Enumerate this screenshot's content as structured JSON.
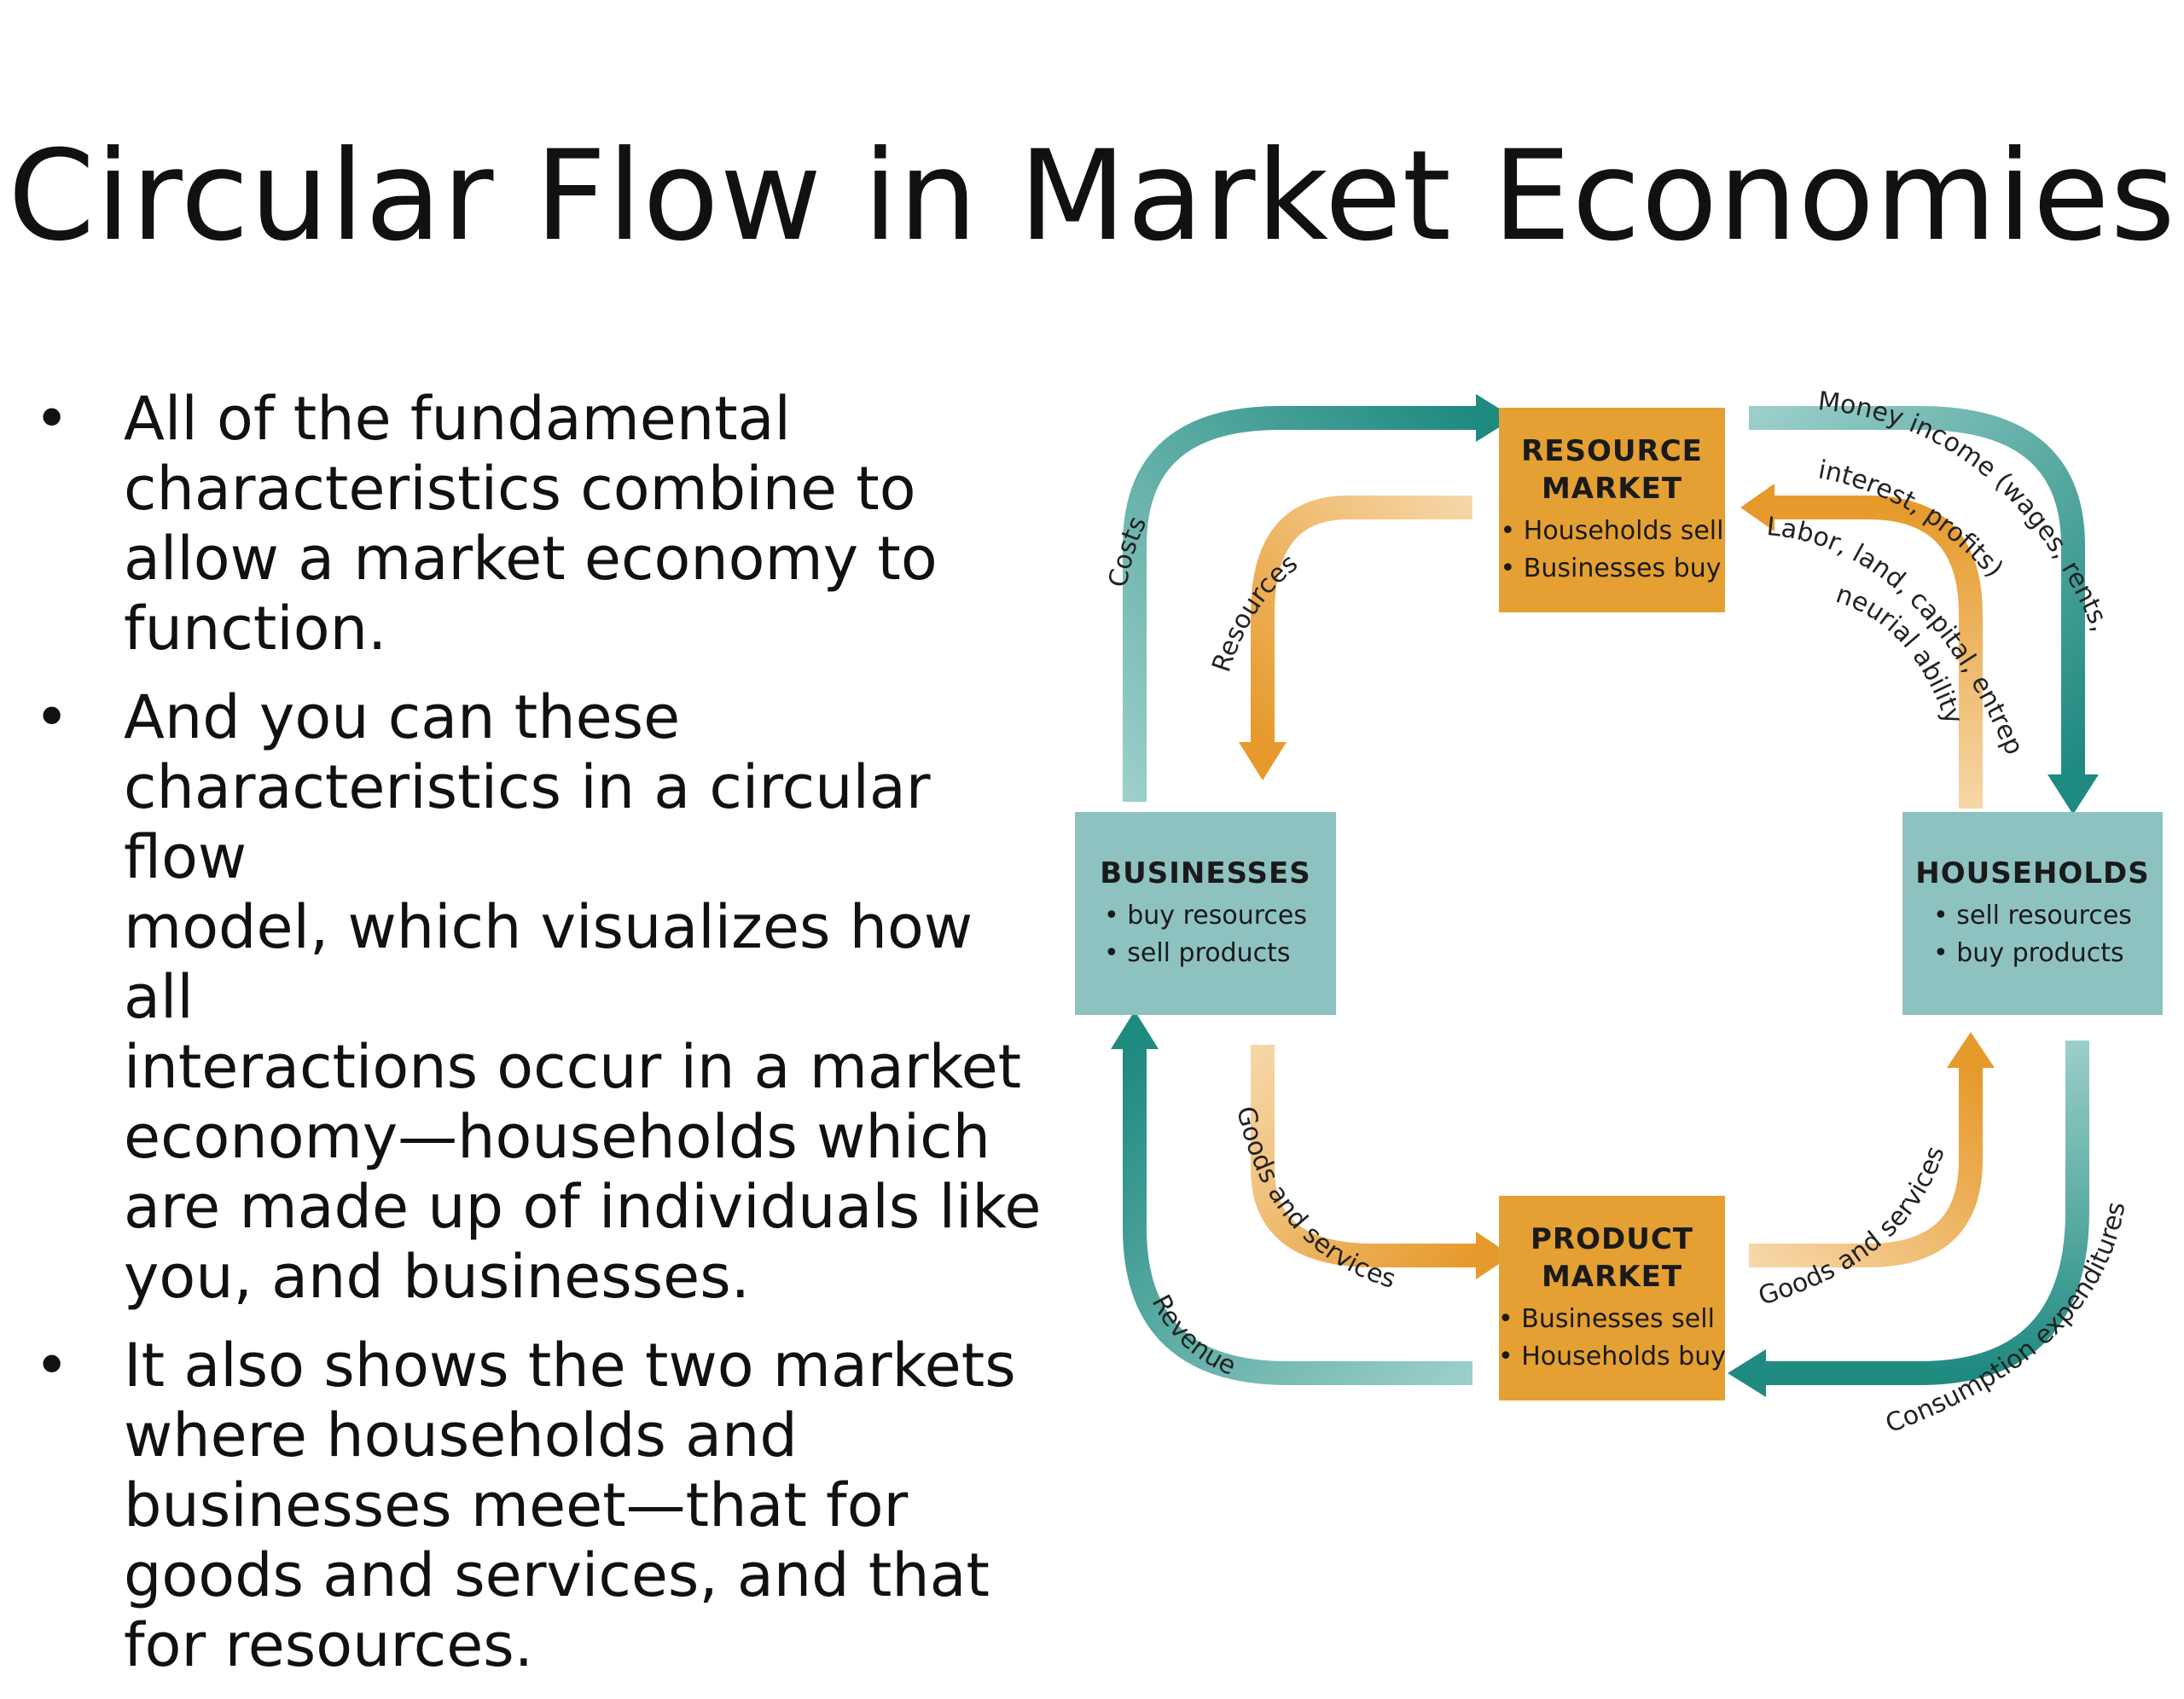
{
  "slide": {
    "title": "Circular Flow in Market Economies",
    "bullets": [
      "All of the fundamental characteristics combine to allow a market economy to function.",
      "And you can these characteristics in a circular flow model, which visualizes how all interactions occur in a market economy—households which are made up of individuals like you, and businesses.",
      "It also shows the two markets where households and businesses meet—that for goods and services, and that for resources."
    ],
    "bullet_lines": [
      [
        "All of the fundamental",
        "characteristics combine to",
        "allow a market economy to",
        "function."
      ],
      [
        "And you can these",
        "characteristics in a circular flow",
        "model, which visualizes how all",
        "interactions occur in a market",
        "economy—households which",
        "are made up of individuals like",
        "you, and businesses."
      ],
      [
        "It also shows the two markets",
        "where households and",
        "businesses meet—that for",
        "goods and services, and that",
        "for resources."
      ]
    ],
    "bullet_symbol": "•"
  },
  "diagram": {
    "resource_market": {
      "title_line1": "RESOURCE",
      "title_line2": "MARKET",
      "items": [
        "• Households sell",
        "• Businesses buy"
      ]
    },
    "product_market": {
      "title_line1": "PRODUCT",
      "title_line2": "MARKET",
      "items": [
        "• Businesses sell",
        "• Households buy"
      ]
    },
    "businesses": {
      "title": "BUSINESSES",
      "items": [
        "• buy resources",
        "• sell products"
      ]
    },
    "households": {
      "title": "HOUSEHOLDS",
      "items": [
        "• sell resources",
        "• buy products"
      ]
    },
    "flow_labels": {
      "costs": "Costs",
      "resources": "Resources",
      "money_income_line1": "Money income (wages, rents,",
      "money_income_line2": "interest, profits)",
      "labor_line1": "Labor, land, capital, entrepre-",
      "labor_line2": "neurial ability",
      "goods_services_left": "Goods and services",
      "revenue": "Revenue",
      "goods_services_right": "Goods and services",
      "consumption": "Consumption expenditures"
    },
    "colors": {
      "money_flow_dark": "#1f8a80",
      "money_flow_light": "#9ccfca",
      "real_flow_dark": "#e69a2c",
      "real_flow_light": "#f6d7a8",
      "market_box": "#e4a032",
      "sector_box": "#8ec2c0"
    }
  }
}
